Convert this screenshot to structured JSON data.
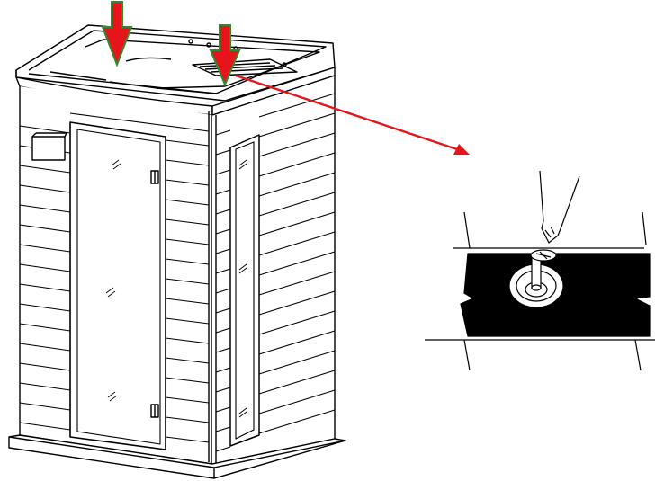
{
  "figure": {
    "subject": "sauna-cabin-roof-panel-installation",
    "colors": {
      "background": "#ffffff",
      "line": "#000000",
      "arrow_fill": "#e8141b",
      "arrow_outline": "#2e8b2e",
      "pointer": "#e8141b",
      "detail_fill": "#000000"
    },
    "callouts": [
      {
        "name": "top-arrow-left",
        "icon": "down-arrow-icon"
      },
      {
        "name": "top-arrow-right",
        "icon": "down-arrow-icon"
      },
      {
        "name": "pointer-line",
        "icon": "pointer-arrow-icon"
      }
    ],
    "detail": {
      "icon": "screwdriver-icon",
      "fastener": "screw-with-washer"
    }
  }
}
